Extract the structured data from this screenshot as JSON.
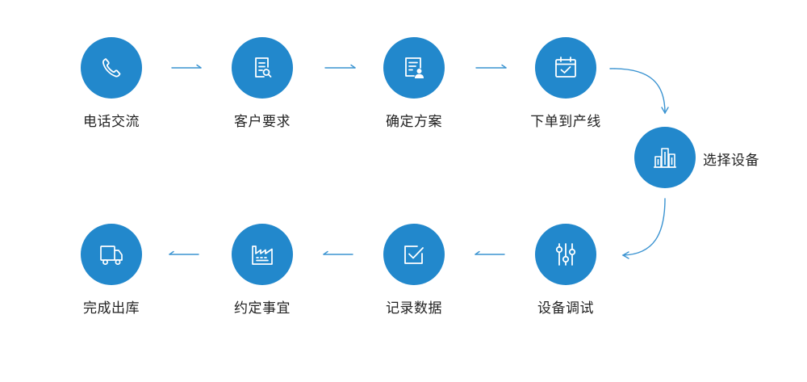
{
  "colors": {
    "node_fill": "#2288cc",
    "connector": "#3a93d1",
    "label": "#222222",
    "icon": "#ffffff"
  },
  "steps": [
    {
      "label": "电话交流",
      "icon": "phone-icon"
    },
    {
      "label": "客户要求",
      "icon": "document-search-icon"
    },
    {
      "label": "确定方案",
      "icon": "document-user-icon"
    },
    {
      "label": "下单到产线",
      "icon": "calendar-check-icon"
    },
    {
      "label": "选择设备",
      "icon": "buildings-icon"
    },
    {
      "label": "设备调试",
      "icon": "sliders-icon"
    },
    {
      "label": "记录数据",
      "icon": "checkbox-icon"
    },
    {
      "label": "约定事宜",
      "icon": "factory-icon"
    },
    {
      "label": "完成出库",
      "icon": "truck-icon"
    }
  ]
}
